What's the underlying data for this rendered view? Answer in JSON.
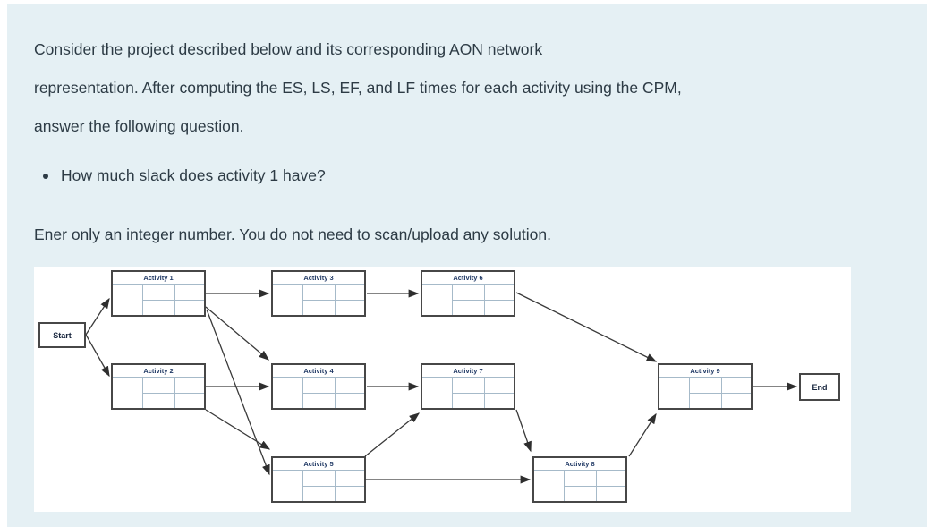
{
  "page": {
    "background_color": "#ffffff",
    "panel_color": "#e5f0f4",
    "text_color": "#2d3b45"
  },
  "question": {
    "paragraph_lines": [
      "Consider the project described below and its corresponding AON network",
      "representation. After computing the ES, LS, EF, and LF times for each activity using the CPM,",
      "answer the following question."
    ],
    "bullet_item": "How much slack does activity 1 have?",
    "instruction": "Ener only an integer number. You do not need to scan/upload any solution."
  },
  "diagram": {
    "type": "aon-network",
    "background": "#ffffff",
    "node_border_color": "#474747",
    "node_grid_line_color": "#a6bac9",
    "node_title_color": "#1f3864",
    "arrow_color": "#333333",
    "start_label": "Start",
    "end_label": "End",
    "activities": [
      {
        "id": 1,
        "label": "Activity 1"
      },
      {
        "id": 2,
        "label": "Activity 2"
      },
      {
        "id": 3,
        "label": "Activity 3"
      },
      {
        "id": 4,
        "label": "Activity 4"
      },
      {
        "id": 5,
        "label": "Activity 5"
      },
      {
        "id": 6,
        "label": "Activity 6"
      },
      {
        "id": 7,
        "label": "Activity 7"
      },
      {
        "id": 8,
        "label": "Activity 8"
      },
      {
        "id": 9,
        "label": "Activity 9"
      }
    ],
    "edges": [
      {
        "from": "Start",
        "to": "Activity 1"
      },
      {
        "from": "Start",
        "to": "Activity 2"
      },
      {
        "from": "Activity 1",
        "to": "Activity 3"
      },
      {
        "from": "Activity 1",
        "to": "Activity 4"
      },
      {
        "from": "Activity 1",
        "to": "Activity 5"
      },
      {
        "from": "Activity 2",
        "to": "Activity 4"
      },
      {
        "from": "Activity 2",
        "to": "Activity 5"
      },
      {
        "from": "Activity 3",
        "to": "Activity 6"
      },
      {
        "from": "Activity 4",
        "to": "Activity 7"
      },
      {
        "from": "Activity 5",
        "to": "Activity 7"
      },
      {
        "from": "Activity 5",
        "to": "Activity 8"
      },
      {
        "from": "Activity 6",
        "to": "Activity 9"
      },
      {
        "from": "Activity 7",
        "to": "Activity 8"
      },
      {
        "from": "Activity 8",
        "to": "Activity 9"
      },
      {
        "from": "Activity 9",
        "to": "End"
      }
    ]
  }
}
